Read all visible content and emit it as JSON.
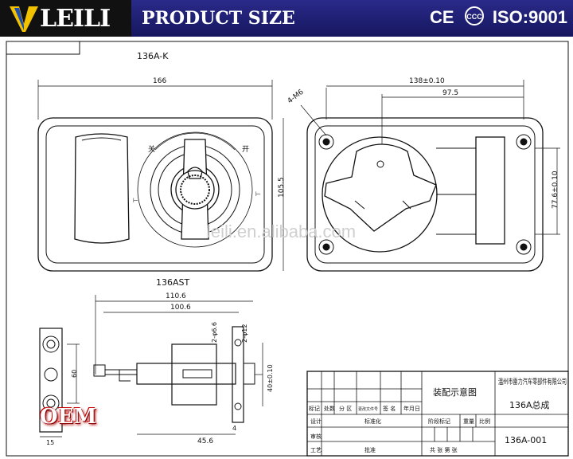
{
  "header": {
    "brand": "LEILI",
    "title": "PRODUCT SIZE",
    "cert_ce": "CE",
    "cert_ccc": "CCC",
    "cert_iso": "ISO:9001"
  },
  "drawing": {
    "top_model": "136A-K",
    "bottom_model": "136AST",
    "front_width": "166",
    "front_height": "105.5",
    "label_close": "关",
    "label_open": "开",
    "rear_width": "138±0.10",
    "rear_inner": "97.5",
    "rear_height": "77.6±0.10",
    "screw": "4-M6",
    "side_total": "110.6",
    "side_inner": "100.6",
    "side_hole1": "2-φ6.6",
    "side_hole2": "2-φ12",
    "side_40": "40±0.10",
    "side_45": "45.6",
    "side_4": "4",
    "left_60": "60",
    "left_15": "15",
    "watermark": "leili.en.alibaba.com",
    "oem": "OEM"
  },
  "title_block": {
    "company": "温州市雷力汽车零部件有限公司",
    "drawing_name": "装配示意图",
    "part_name": "136A总成",
    "part_no": "136A-001",
    "row1": [
      "标记",
      "处数",
      "分 区",
      "更改文件号",
      "签 名",
      "年月日"
    ],
    "row2": [
      "设计",
      "",
      "",
      "标准化"
    ],
    "row2b": [
      "阶段标记",
      "重量",
      "比例"
    ],
    "row3": [
      "审核"
    ],
    "row4": [
      "工艺",
      "",
      "",
      "批准"
    ],
    "sheets": "共  张  第  张"
  }
}
